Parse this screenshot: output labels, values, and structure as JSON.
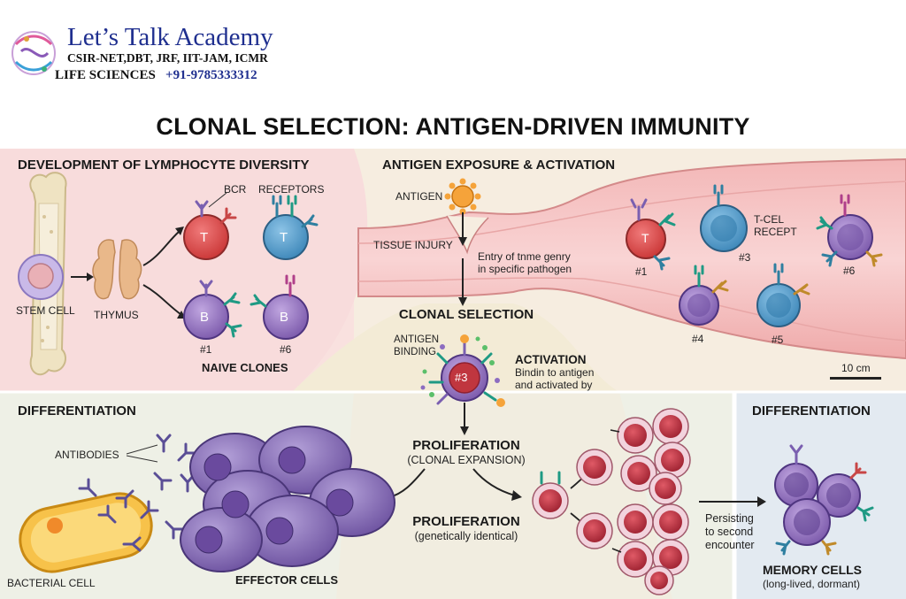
{
  "header": {
    "brand": "Let’s Talk Academy",
    "exams": "CSIR-NET,DBT, JRF, IIT-JAM, ICMR",
    "subject": "LIFE SCIENCES",
    "phone": "+91-9785333312"
  },
  "title": "CLONAL SELECTION: ANTIGEN-DRIVEN IMMUNITY",
  "panel_development": {
    "heading": "DEVELOPMENT OF LYMPHOCYTE DIVERSITY",
    "stem_cell": "STEM CELL",
    "thymus": "THYMUS",
    "bcr": "BCR",
    "receptors": "RECEPTORS",
    "t_letter": "T",
    "b_letter": "B",
    "clone1": "#1",
    "clone6": "#6",
    "naive": "NAIVE CLONES"
  },
  "panel_exposure": {
    "heading": "ANTIGEN EXPOSURE & ACTIVATION",
    "antigen": "ANTIGEN",
    "tissue_injury": "TISSUE INJURY",
    "entry_line1": "Entry of tnme genry",
    "entry_line2": "in specific pathogen",
    "t_letter": "T",
    "clone1": "#1",
    "clone3": "#3",
    "clone4": "#4",
    "clone5": "#5",
    "clone6": "#6",
    "tcell_line1": "T-CEL",
    "tcell_line2": "RECEPT",
    "scale": "10 cm"
  },
  "panel_selection": {
    "heading": "CLONAL SELECTION",
    "binding_line1": "ANTIGEN",
    "binding_line2": "BINDING",
    "cell_label": "#3",
    "activation": "ACTIVATION",
    "act_line1": "Bindin to antigen",
    "act_line2": "and activated by"
  },
  "panel_proliferation": {
    "prolif1": "PROLIFERATION",
    "prolif1_sub": "(CLONAL EXPANSION)",
    "prolif2": "PROLIFERATION",
    "prolif2_sub": "(genetically identical)"
  },
  "panel_diff_left": {
    "heading": "DIFFERENTIATION",
    "antibodies": "ANTIBODIES",
    "bacterial": "BACTERIAL CELL",
    "effector": "EFFECTOR CELLS"
  },
  "panel_diff_right": {
    "heading": "DIFFERENTIATION",
    "persist_line1": "Persisting",
    "persist_line2": "to second",
    "persist_line3": "encounter",
    "memory": "MEMORY CELLS",
    "memory_sub": "(long-lived, dormant)"
  },
  "colors": {
    "pink_bg": "#f8dede",
    "cream_bg": "#f3ebd6",
    "grey_bg": "#eef0e8",
    "blue_bg": "#e3eaf1",
    "t_cell_red": "#d94a4a",
    "t_cell_blue": "#4a93c4",
    "b_cell_purple": "#8d6cb8",
    "plasma_purple": "#7d5fae",
    "clone_red": "#b83241"
  }
}
